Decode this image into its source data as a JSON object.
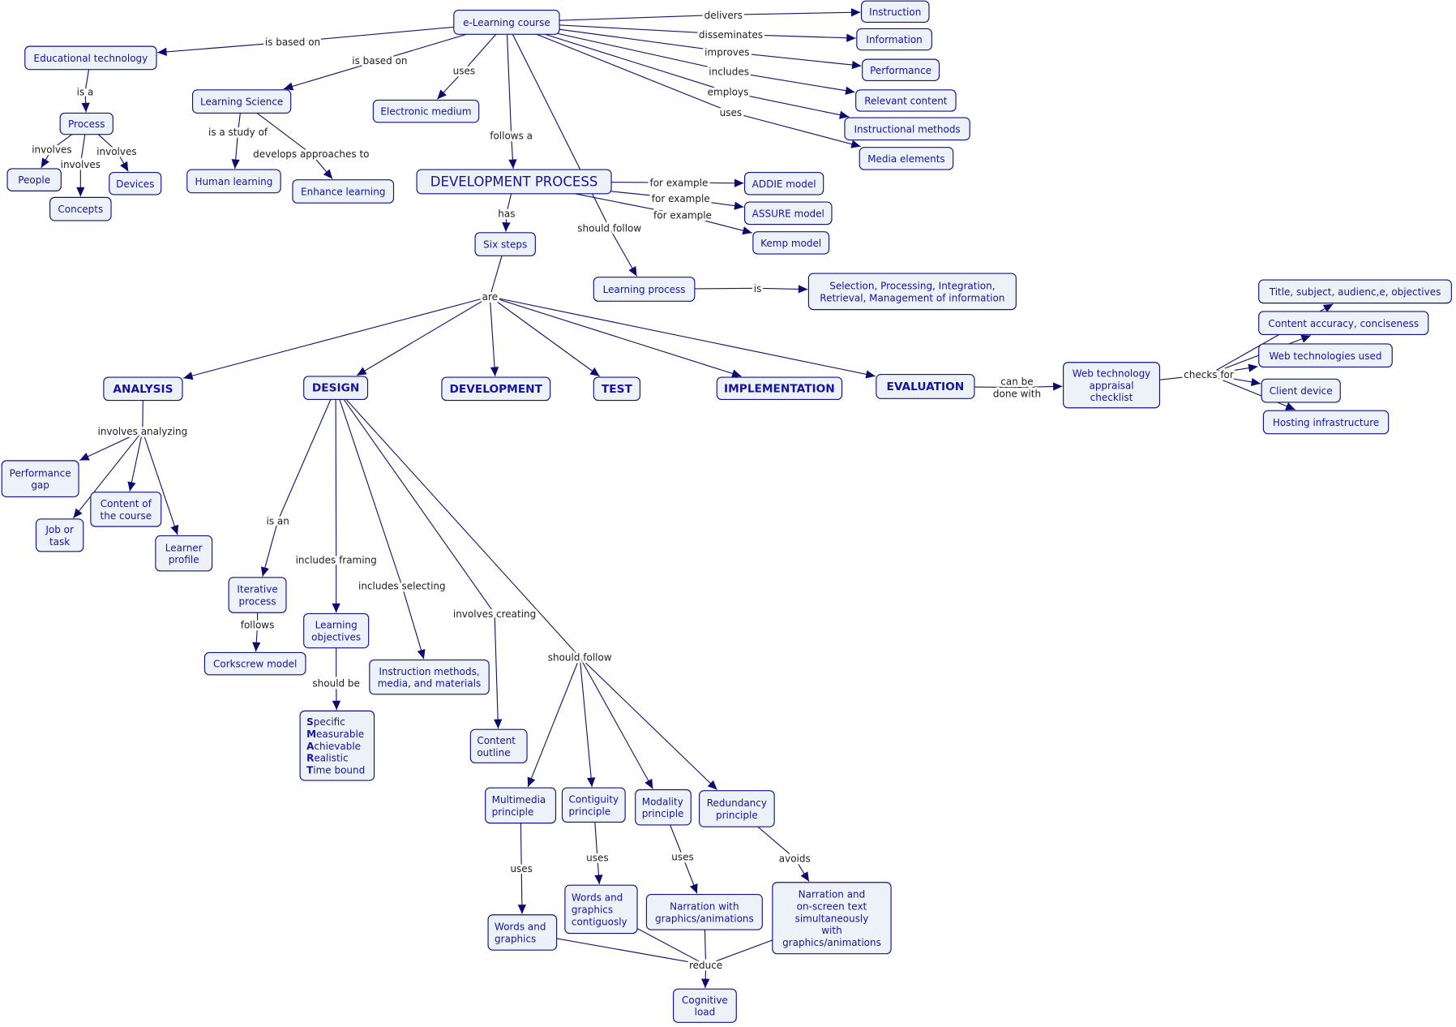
{
  "colors": {
    "node_fill": "#edf2f8",
    "node_border": "#10108a",
    "node_text": "#1414a0",
    "link": "#16166e",
    "label_text": "#202020"
  },
  "nodes": {
    "elc": {
      "lines": [
        "e-Learning course"
      ]
    },
    "edtech": {
      "lines": [
        "Educational technology"
      ]
    },
    "ls": {
      "lines": [
        "Learning Science"
      ]
    },
    "em": {
      "lines": [
        "Electronic medium"
      ]
    },
    "dp": {
      "lines": [
        "DEVELOPMENT PROCESS"
      ]
    },
    "instr": {
      "lines": [
        "Instruction"
      ]
    },
    "info": {
      "lines": [
        "Information"
      ]
    },
    "perf": {
      "lines": [
        "Performance"
      ]
    },
    "rc": {
      "lines": [
        "Relevant content"
      ]
    },
    "im": {
      "lines": [
        "Instructional methods"
      ]
    },
    "me": {
      "lines": [
        "Media elements"
      ]
    },
    "addie": {
      "lines": [
        "ADDIE model"
      ]
    },
    "assure": {
      "lines": [
        "ASSURE model"
      ]
    },
    "kemp": {
      "lines": [
        "Kemp model"
      ]
    },
    "lp": {
      "lines": [
        "Learning process"
      ]
    },
    "spi": {
      "lines": [
        "Selection, Processing, Integration,",
        "Retrieval, Management of  information"
      ]
    },
    "process": {
      "lines": [
        "Process"
      ]
    },
    "people": {
      "lines": [
        "People"
      ]
    },
    "devices": {
      "lines": [
        "Devices"
      ]
    },
    "concepts": {
      "lines": [
        "Concepts"
      ]
    },
    "hl": {
      "lines": [
        "Human learning"
      ]
    },
    "el": {
      "lines": [
        "Enhance learning"
      ]
    },
    "six": {
      "lines": [
        "Six steps"
      ]
    },
    "analysis": {
      "lines": [
        "ANALYSIS"
      ]
    },
    "design": {
      "lines": [
        "DESIGN"
      ]
    },
    "development": {
      "lines": [
        "DEVELOPMENT"
      ]
    },
    "test": {
      "lines": [
        "TEST"
      ]
    },
    "implementation": {
      "lines": [
        "IMPLEMENTATION"
      ]
    },
    "evaluation": {
      "lines": [
        "EVALUATION"
      ]
    },
    "wtac": {
      "lines": [
        "Web technology",
        "appraisal",
        "checklist"
      ]
    },
    "t1": {
      "lines": [
        "Title, subject, audienc,e, objectives"
      ]
    },
    "t2": {
      "lines": [
        "Content accuracy, conciseness"
      ]
    },
    "t3": {
      "lines": [
        "Web technologies used"
      ]
    },
    "t4": {
      "lines": [
        "Client device"
      ]
    },
    "t5": {
      "lines": [
        "Hosting infrastructure"
      ]
    },
    "pg": {
      "lines": [
        "Performance",
        "gap"
      ]
    },
    "cotc": {
      "lines": [
        "Content of",
        "the course"
      ]
    },
    "jot": {
      "lines": [
        "Job or",
        "task"
      ]
    },
    "lpro": {
      "lines": [
        "Learner",
        "profile"
      ]
    },
    "ip": {
      "lines": [
        "Iterative",
        "process"
      ]
    },
    "cm": {
      "lines": [
        "Corkscrew model"
      ]
    },
    "lo": {
      "lines": [
        "Learning",
        "objectives"
      ]
    },
    "smart": {
      "lines": [
        [
          "S",
          "pecific"
        ],
        [
          "M",
          "easurable"
        ],
        [
          "A",
          "chievable"
        ],
        [
          "R",
          "ealistic"
        ],
        [
          "T",
          "ime bound"
        ]
      ]
    },
    "imm": {
      "lines": [
        "Instruction methods,",
        "media, and materials"
      ]
    },
    "co": {
      "lines": [
        "Content",
        "outline"
      ]
    },
    "mp": {
      "lines": [
        "Multimedia",
        "principle"
      ]
    },
    "cp": {
      "lines": [
        "Contiguity",
        "principle"
      ]
    },
    "modp": {
      "lines": [
        "Modality",
        "principle"
      ]
    },
    "rp": {
      "lines": [
        "Redundancy",
        "principle"
      ]
    },
    "wg": {
      "lines": [
        "Words and",
        "graphics"
      ]
    },
    "wgc": {
      "lines": [
        "Words and",
        "graphics",
        "contiguosly"
      ]
    },
    "nwg": {
      "lines": [
        "Narration with",
        "graphics/animations"
      ]
    },
    "nos": {
      "lines": [
        "Narration and",
        "on-screen text",
        "simultaneously",
        "with",
        "graphics/animations"
      ]
    },
    "cl": {
      "lines": [
        "Cognitive",
        "load"
      ]
    }
  },
  "links": [
    {
      "label": [
        "is based on"
      ],
      "from": [
        "elc"
      ],
      "to": [
        "edtech"
      ]
    },
    {
      "label": [
        "is based on"
      ],
      "from": [
        "elc"
      ],
      "to": [
        "ls"
      ]
    },
    {
      "label": [
        "uses"
      ],
      "from": [
        "elc"
      ],
      "to": [
        "em"
      ]
    },
    {
      "label": [
        "follows a"
      ],
      "from": [
        "elc"
      ],
      "to": [
        "dp"
      ]
    },
    {
      "label": [
        "delivers"
      ],
      "from": [
        "elc"
      ],
      "to": [
        "instr"
      ]
    },
    {
      "label": [
        "disseminates"
      ],
      "from": [
        "elc"
      ],
      "to": [
        "info"
      ]
    },
    {
      "label": [
        "improves"
      ],
      "from": [
        "elc"
      ],
      "to": [
        "perf"
      ]
    },
    {
      "label": [
        "includes"
      ],
      "from": [
        "elc"
      ],
      "to": [
        "rc"
      ]
    },
    {
      "label": [
        "employs"
      ],
      "from": [
        "elc"
      ],
      "to": [
        "im"
      ]
    },
    {
      "label": [
        "uses"
      ],
      "from": [
        "elc"
      ],
      "to": [
        "me"
      ]
    },
    {
      "label": [
        "should follow"
      ],
      "from": [
        "elc"
      ],
      "to": [
        "lp"
      ]
    },
    {
      "label": [
        "is a"
      ],
      "from": [
        "edtech"
      ],
      "to": [
        "process"
      ]
    },
    {
      "label": [
        "involves"
      ],
      "from": [
        "process"
      ],
      "to": [
        "people"
      ]
    },
    {
      "label": [
        "involves"
      ],
      "from": [
        "process"
      ],
      "to": [
        "concepts"
      ]
    },
    {
      "label": [
        "involves"
      ],
      "from": [
        "process"
      ],
      "to": [
        "devices"
      ]
    },
    {
      "label": [
        "is a study of"
      ],
      "from": [
        "ls"
      ],
      "to": [
        "hl"
      ]
    },
    {
      "label": [
        "develops approaches to"
      ],
      "from": [
        "ls"
      ],
      "to": [
        "el"
      ]
    },
    {
      "label": [
        "has"
      ],
      "from": [
        "dp"
      ],
      "to": [
        "six"
      ]
    },
    {
      "label": [
        "for example"
      ],
      "from": [
        "dp"
      ],
      "to": [
        "addie"
      ]
    },
    {
      "label": [
        "for example"
      ],
      "from": [
        "dp"
      ],
      "to": [
        "assure"
      ]
    },
    {
      "label": [
        "for example"
      ],
      "from": [
        "dp"
      ],
      "to": [
        "kemp"
      ]
    },
    {
      "label": [
        "is"
      ],
      "from": [
        "lp"
      ],
      "to": [
        "spi"
      ]
    },
    {
      "label": [
        "are"
      ],
      "from": [
        "six"
      ],
      "to": [
        "analysis",
        "design",
        "development",
        "test",
        "implementation",
        "evaluation"
      ]
    },
    {
      "label": [
        "can be",
        "done with"
      ],
      "from": [
        "evaluation"
      ],
      "to": [
        "wtac"
      ]
    },
    {
      "label": [
        "checks for"
      ],
      "from": [
        "wtac"
      ],
      "to": [
        "t1",
        "t2",
        "t3",
        "t4",
        "t5"
      ]
    },
    {
      "label": [
        "involves analyzing"
      ],
      "from": [
        "analysis"
      ],
      "to": [
        "pg",
        "jot",
        "cotc",
        "lpro"
      ]
    },
    {
      "label": [
        "is an"
      ],
      "from": [
        "design"
      ],
      "to": [
        "ip"
      ]
    },
    {
      "label": [
        "includes framing"
      ],
      "from": [
        "design"
      ],
      "to": [
        "lo"
      ]
    },
    {
      "label": [
        "includes selecting"
      ],
      "from": [
        "design"
      ],
      "to": [
        "imm"
      ]
    },
    {
      "label": [
        "involves creating"
      ],
      "from": [
        "design"
      ],
      "to": [
        "co"
      ]
    },
    {
      "label": [
        "should follow"
      ],
      "from": [
        "design"
      ],
      "to": [
        "mp",
        "cp",
        "modp",
        "rp"
      ]
    },
    {
      "label": [
        "follows"
      ],
      "from": [
        "ip"
      ],
      "to": [
        "cm"
      ]
    },
    {
      "label": [
        "should be"
      ],
      "from": [
        "lo"
      ],
      "to": [
        "smart"
      ]
    },
    {
      "label": [
        "uses"
      ],
      "from": [
        "mp"
      ],
      "to": [
        "wg"
      ]
    },
    {
      "label": [
        "uses"
      ],
      "from": [
        "cp"
      ],
      "to": [
        "wgc"
      ]
    },
    {
      "label": [
        "uses"
      ],
      "from": [
        "modp"
      ],
      "to": [
        "nwg"
      ]
    },
    {
      "label": [
        "avoids"
      ],
      "from": [
        "rp"
      ],
      "to": [
        "nos"
      ]
    },
    {
      "label": [
        "reduce"
      ],
      "from": [
        "wg",
        "wgc",
        "nwg",
        "nos"
      ],
      "to": [
        "cl"
      ]
    }
  ]
}
